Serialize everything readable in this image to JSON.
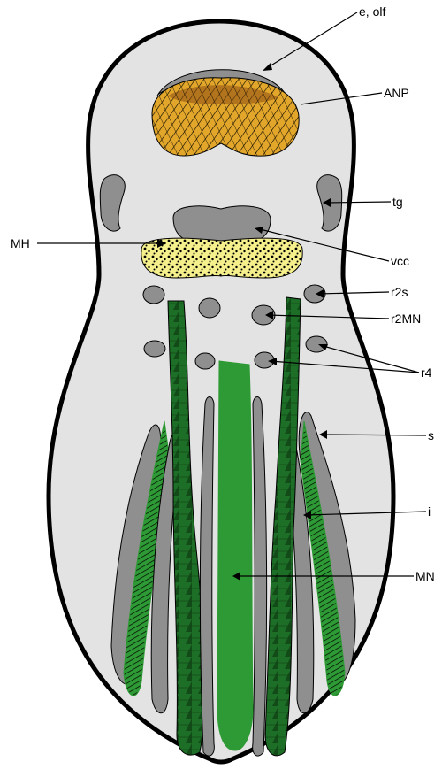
{
  "diagram": {
    "labels": {
      "e_olf": "e, olf",
      "anp": "ANP",
      "tg": "tg",
      "vcc": "vcc",
      "mh": "MH",
      "r2s": "r2s",
      "r2mn": "r2MN",
      "r4": "r4",
      "s": "s",
      "i": "i",
      "mn": "MN"
    },
    "colors": {
      "outline": "#000000",
      "embryo_fill": "#e3e3e3",
      "structure_gray": "#8f8f8f",
      "anp_orange": "#e2a62a",
      "anp_brown": "#8a4d12",
      "mh_yellow": "#f5f08c",
      "mn_green_light": "#2e9a35",
      "mn_green_dark": "#1d6e26"
    }
  }
}
